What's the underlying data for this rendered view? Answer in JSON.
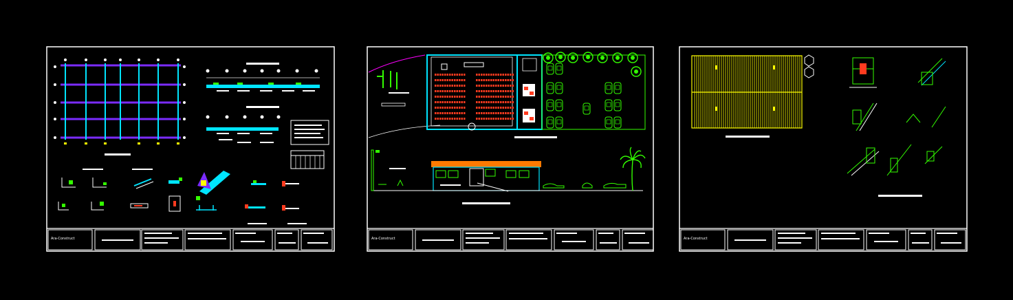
{
  "colors": {
    "background": "#000000",
    "sheet_border": "#ffffff",
    "structural_grid": "#7b2cff",
    "beam_cyan": "#00e5ff",
    "seating_red": "#ff3b1f",
    "tree_green": "#33ff00",
    "roof_yellow": "#ffff00",
    "roof_orange": "#ff7a00",
    "site_magenta": "#ff00ff",
    "label_white": "#ffffff"
  },
  "sheets": [
    {
      "id": "sheet-1",
      "content": "structural-plan-and-details"
    },
    {
      "id": "sheet-2",
      "content": "floor-plan-and-elevation"
    },
    {
      "id": "sheet-3",
      "content": "roof-plan-and-details"
    }
  ],
  "title_block": {
    "logo_text": "Ara-Construct",
    "icon": "logo-icon"
  }
}
